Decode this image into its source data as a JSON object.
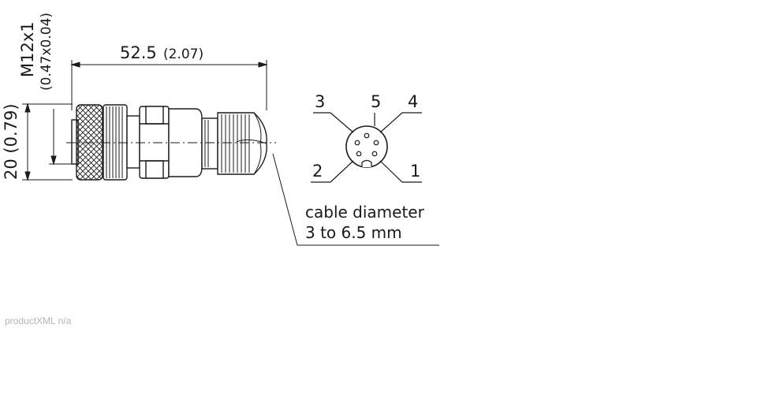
{
  "dimensions": {
    "length_value": "52.5",
    "length_inch": "(2.07)",
    "height_label": "20 (0.79)",
    "thread_label": "M12x1",
    "thread_inch": "(0.47x0.04)"
  },
  "pinout": {
    "pins": [
      "3",
      "5",
      "4",
      "2",
      "1"
    ]
  },
  "cable_note": {
    "line1": "cable diameter",
    "line2": "3 to 6.5 mm"
  },
  "footer": {
    "text": "productXML n/a"
  }
}
